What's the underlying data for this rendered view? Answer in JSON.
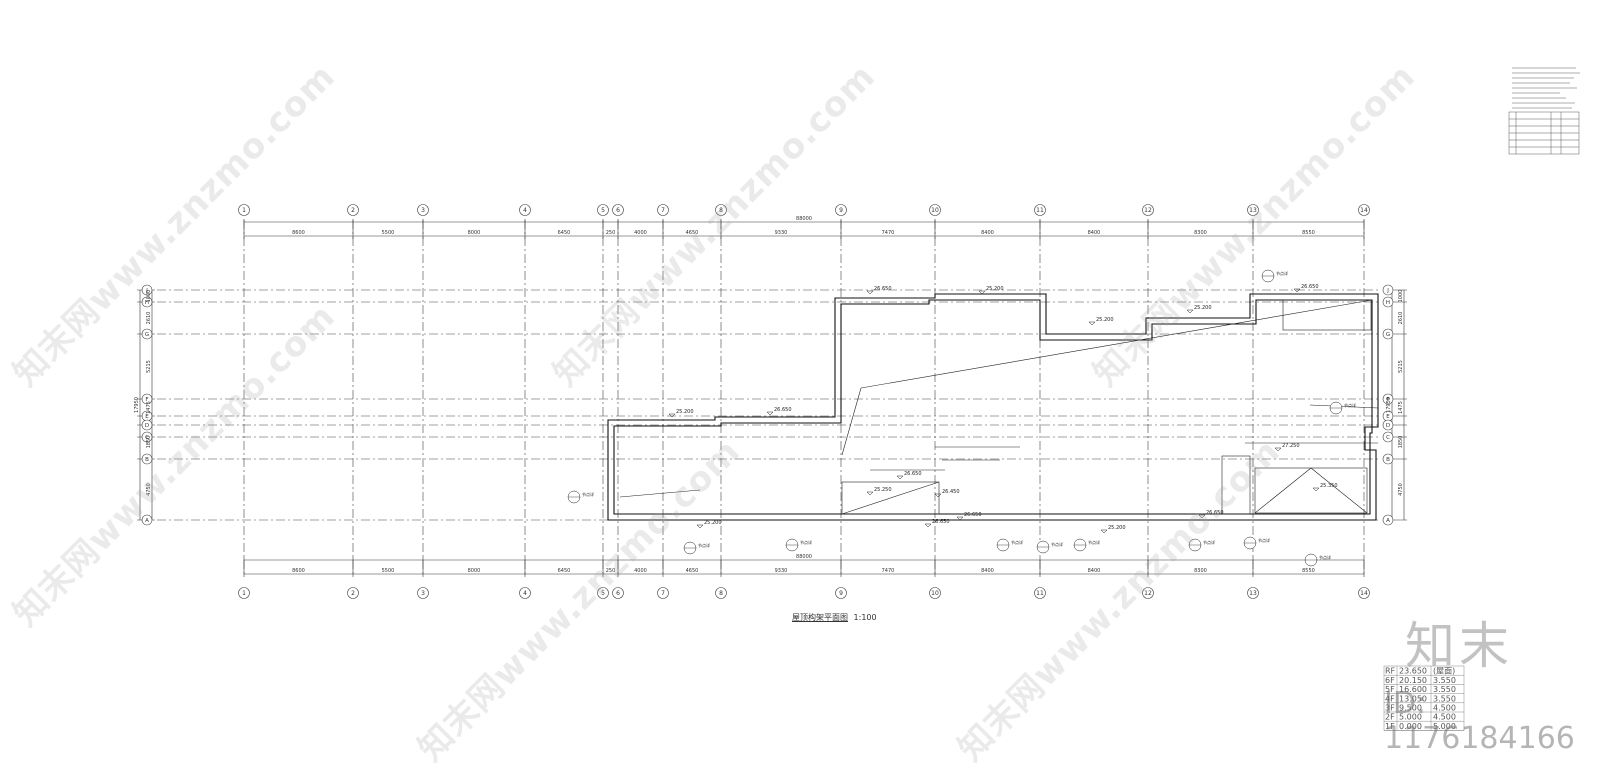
{
  "title": {
    "main": "屋顶构架平面图",
    "scale": "1:100"
  },
  "grid_columns": [
    "1",
    "2",
    "3",
    "4",
    "5",
    "6",
    "7",
    "8",
    "9",
    "10",
    "11",
    "12",
    "13",
    "14"
  ],
  "grid_rows": [
    "J",
    "H",
    "G",
    "F",
    "E",
    "D",
    "C",
    "B",
    "A"
  ],
  "column_spacings": [
    "8600",
    "5500",
    "8000",
    "6450",
    "250",
    "4000",
    "4650",
    "9330",
    "7470",
    "8400",
    "8400",
    "8300",
    "8550"
  ],
  "overall_length": "88000",
  "row_spacings": [
    "1000",
    "2610",
    "5215",
    "1475",
    "",
    "1850",
    "4750"
  ],
  "overall_width": "17950",
  "elevations": [
    "26.650",
    "25.200",
    "26.650",
    "25.200",
    "25.200",
    "25.200",
    "26.650",
    "26.650",
    "25.200",
    "26.650",
    "25.200",
    "26.650",
    "26.450",
    "25.250",
    "25.350",
    "26.650",
    "27.250"
  ],
  "details_label": "节点详",
  "floor_table": [
    {
      "floor": "RF",
      "elev": "23.650",
      "height": "(屋面)"
    },
    {
      "floor": "6F",
      "elev": "20.150",
      "height": "3.550"
    },
    {
      "floor": "5F",
      "elev": "16.600",
      "height": "3.550"
    },
    {
      "floor": "4F",
      "elev": "13.050",
      "height": "3.550"
    },
    {
      "floor": "3F",
      "elev": "9.500",
      "height": "4.500"
    },
    {
      "floor": "2F",
      "elev": "5.000",
      "height": "4.500"
    },
    {
      "floor": "1F",
      "elev": "0.000",
      "height": "5.000"
    }
  ],
  "watermark": "知末网www.znzmo.com",
  "brand": "知末",
  "id_label": "ID: 1176184166",
  "colors": {
    "line": "#1a1a1a",
    "grid": "#444444",
    "dim": "#333333",
    "watermark": "#a0a0a0"
  }
}
